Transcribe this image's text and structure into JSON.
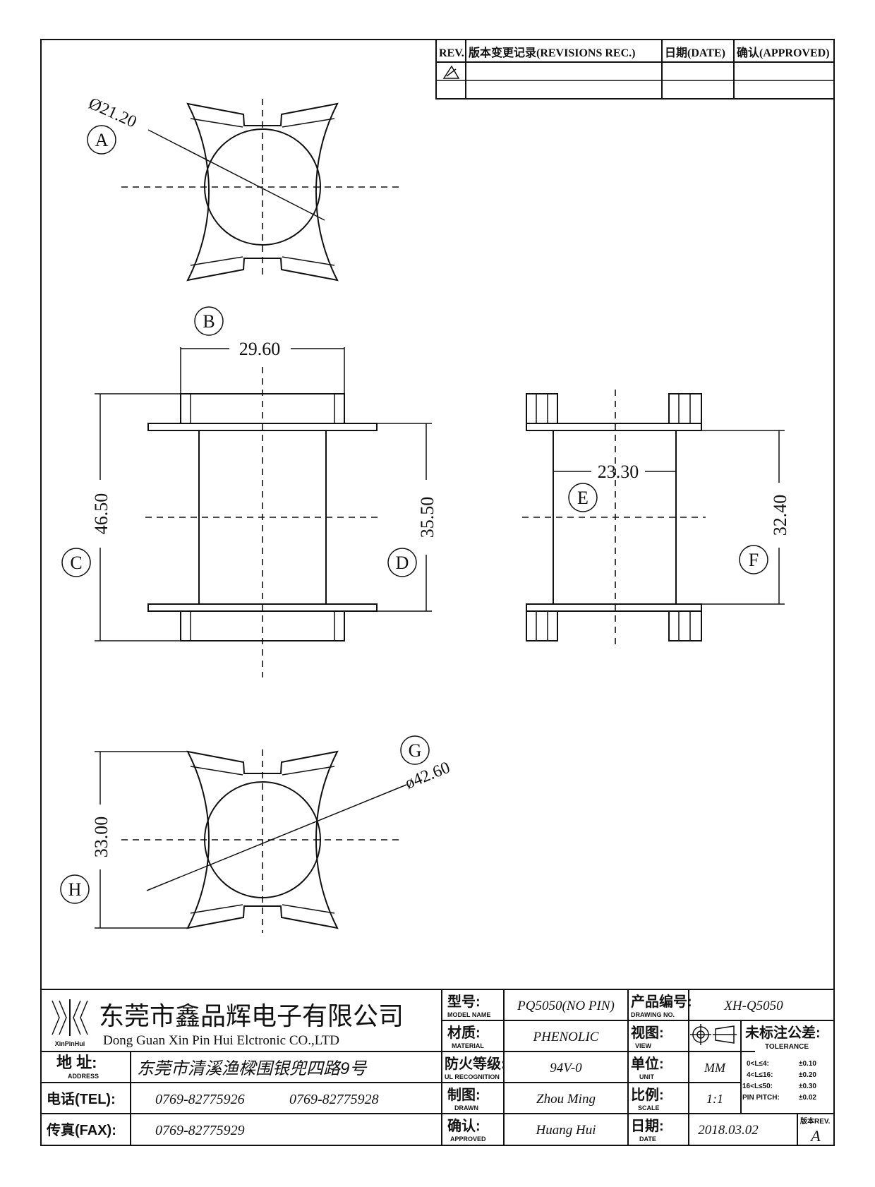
{
  "revisions": {
    "headers": [
      "REV.",
      "版本变更记录(REVISIONS REC.)",
      "日期(DATE)",
      "确认(APPROVED)"
    ],
    "rows": [
      [
        "",
        "",
        "",
        ""
      ],
      [
        "",
        "",
        "",
        ""
      ]
    ]
  },
  "views": {
    "top": {
      "label": "A",
      "dim": "Ø21.20"
    },
    "front": {
      "labels": {
        "width": "B",
        "left_height": "C",
        "right_height": "D"
      },
      "dims": {
        "width": "29.60",
        "left_height": "46.50",
        "right_height": "35.50"
      }
    },
    "side": {
      "labels": {
        "width": "E",
        "height": "F"
      },
      "dims": {
        "width": "23.30",
        "height": "32.40"
      }
    },
    "bottom": {
      "labels": {
        "diameter": "G",
        "height": "H"
      },
      "dims": {
        "diameter": "ø42.60",
        "height": "33.00"
      }
    }
  },
  "title_block": {
    "company_cn": "东莞市鑫品辉电子有限公司",
    "company_en": "Dong Guan Xin Pin Hui Elctronic CO.,LTD",
    "logo_text": "XinPinHui",
    "address_label_cn": "地 址:",
    "address_label_en": "ADDRESS",
    "address": "东莞市清溪渔樑围银兜四路9号",
    "tel_label": "电话(TEL):",
    "tel1": "0769-82775926",
    "tel2": "0769-82775928",
    "fax_label": "传真(FAX):",
    "fax": "0769-82775929",
    "model_label_cn": "型号:",
    "model_label_en": "MODEL NAME",
    "model": "PQ5050(NO PIN)",
    "drawing_no_label_cn": "产品编号:",
    "drawing_no_label_en": "DRAWING NO.",
    "drawing_no": "XH-Q5050",
    "material_label_cn": "材质:",
    "material_label_en": "MATERIAL",
    "material": "PHENOLIC",
    "view_label_cn": "视图:",
    "view_label_en": "VIEW",
    "tolerance_label_cn": "未标注公差:",
    "tolerance_label_en": "TOLERANCE",
    "ul_label_cn": "防火等级:",
    "ul_label_en": "UL RECOGNITION",
    "ul": "94V-0",
    "unit_label_cn": "单位:",
    "unit_label_en": "UNIT",
    "unit": "MM",
    "tolerances": [
      {
        "range": "0<L≤4:",
        "value": "±0.10"
      },
      {
        "range": "4<L≤16:",
        "value": "±0.20"
      },
      {
        "range": "16<L≤50:",
        "value": "±0.30"
      },
      {
        "range": "PIN PITCH:",
        "value": "±0.02"
      }
    ],
    "drawn_label_cn": "制图:",
    "drawn_label_en": "DRAWN",
    "drawn": "Zhou Ming",
    "scale_label_cn": "比例:",
    "scale_label_en": "SCALE",
    "scale": "1:1",
    "approved_label_cn": "确认:",
    "approved_label_en": "APPROVED",
    "approved": "Huang Hui",
    "date_label_cn": "日期:",
    "date_label_en": "DATE",
    "date": "2018.03.02",
    "rev_label": "版本REV.",
    "rev": "A"
  }
}
